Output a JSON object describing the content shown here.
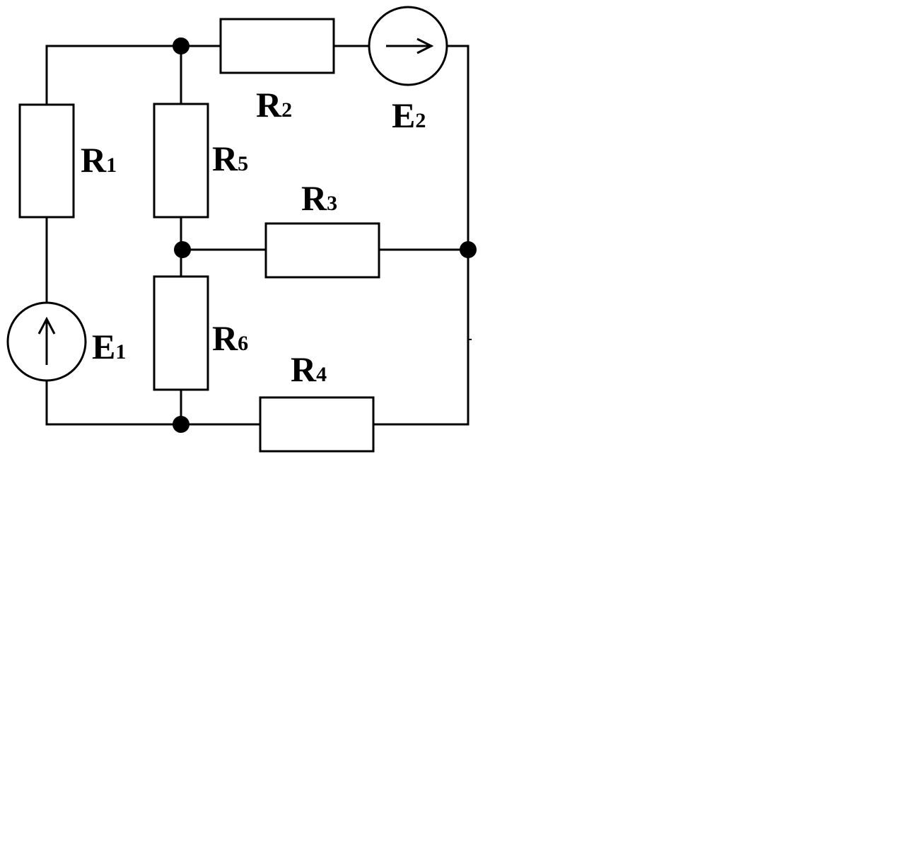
{
  "components": {
    "R1": {
      "letter": "R",
      "index": "1"
    },
    "R2": {
      "letter": "R",
      "index": "2"
    },
    "R3": {
      "letter": "R",
      "index": "3"
    },
    "R4": {
      "letter": "R",
      "index": "4"
    },
    "R5": {
      "letter": "R",
      "index": "5"
    },
    "R6": {
      "letter": "R",
      "index": "6"
    },
    "E1": {
      "letter": "E",
      "index": "1"
    },
    "E2": {
      "letter": "E",
      "index": "2"
    }
  }
}
